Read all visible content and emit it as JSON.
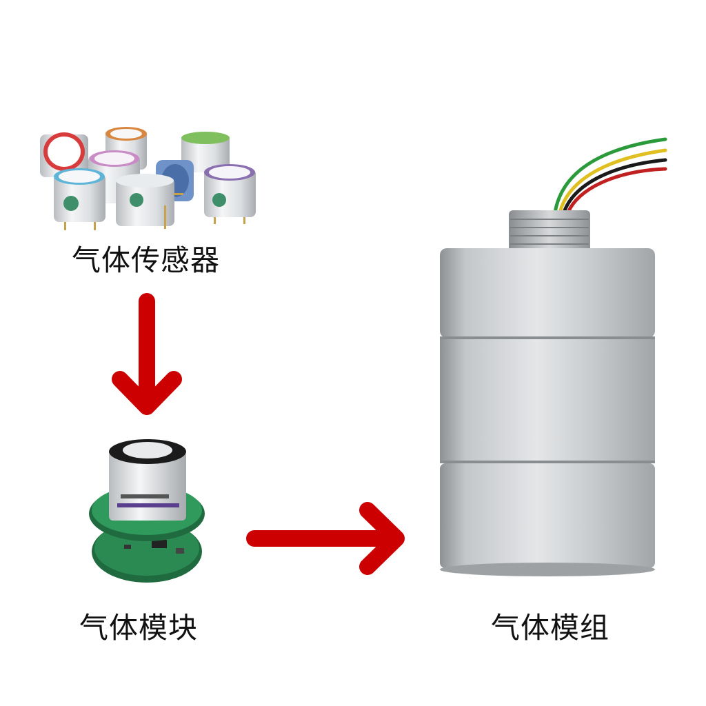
{
  "diagram": {
    "stages": {
      "sensor": {
        "label": "气体传感器"
      },
      "module": {
        "label": "气体模块"
      },
      "assembly": {
        "label": "气体模组"
      }
    },
    "arrow_color": "#cc0000"
  }
}
